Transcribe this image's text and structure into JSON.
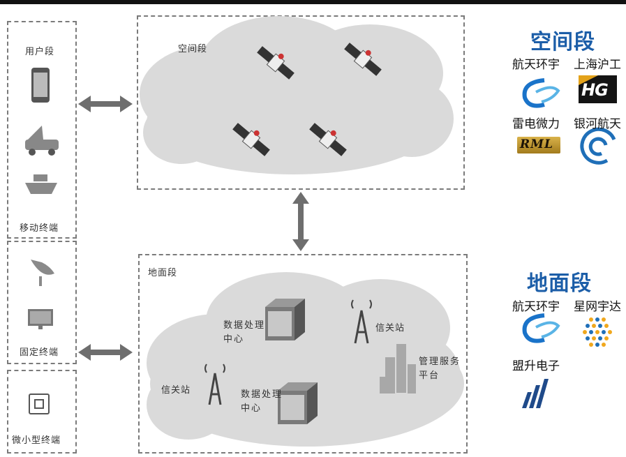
{
  "left_column": {
    "user_segment": "用户段",
    "mobile_terminal": "移动终端",
    "fixed_terminal": "固定终端",
    "micro_terminal": "微小型终端"
  },
  "space_segment": {
    "label": "空间段"
  },
  "ground_segment": {
    "label": "地面段",
    "data_center_1": "数据处理中心",
    "data_center_2": "数据处理中心",
    "gateway_1": "信关站",
    "gateway_2": "信关站",
    "management_platform": "管理服务平台"
  },
  "brands": {
    "space_title": "空间段",
    "space_companies": [
      "航天环宇",
      "上海沪工",
      "雷电微力",
      "银河航天"
    ],
    "ground_title": "地面段",
    "ground_companies": [
      "航天环宇",
      "星网宇达",
      "盟升电子"
    ],
    "logo_text": {
      "hg": "HG",
      "rml": "RML"
    }
  },
  "colors": {
    "brand_blue": "#1c5ea8",
    "cloud": "#d9d9d9",
    "arrow": "#6e6e6e",
    "dash": "#7a7a7a"
  }
}
